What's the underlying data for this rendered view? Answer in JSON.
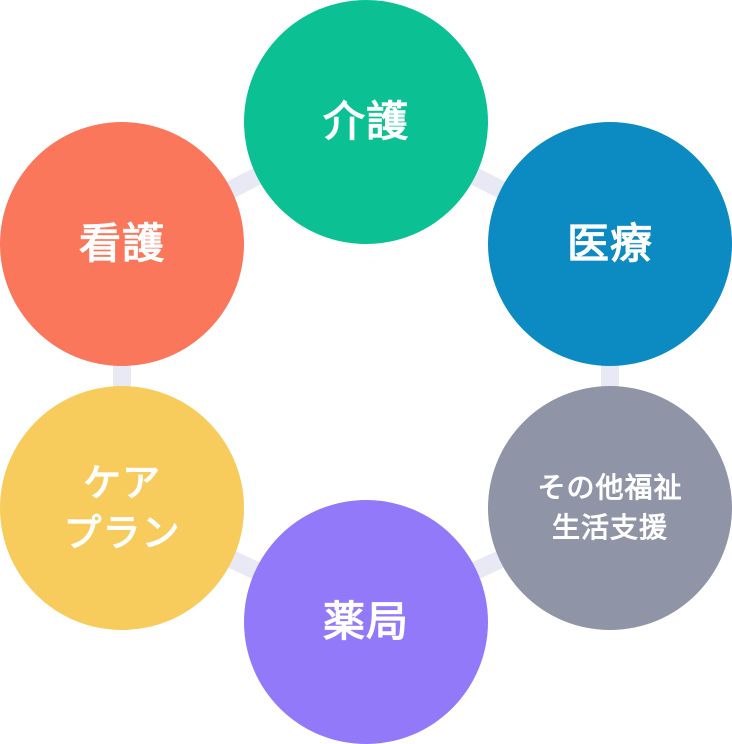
{
  "ring_color": "#e8e9f5",
  "nodes": {
    "kaigo": {
      "label": "介護",
      "color": "#0bc193"
    },
    "iryo": {
      "label": "医療",
      "color": "#0c8bc3"
    },
    "sonota": {
      "label": "その他福祉\n生活支援",
      "color": "#8f94a7"
    },
    "yakkyoku": {
      "label": "薬局",
      "color": "#9279fa"
    },
    "careplan": {
      "label": "ケア\nプラン",
      "color": "#f8cc5c"
    },
    "kango": {
      "label": "看護",
      "color": "#fb775b"
    }
  }
}
